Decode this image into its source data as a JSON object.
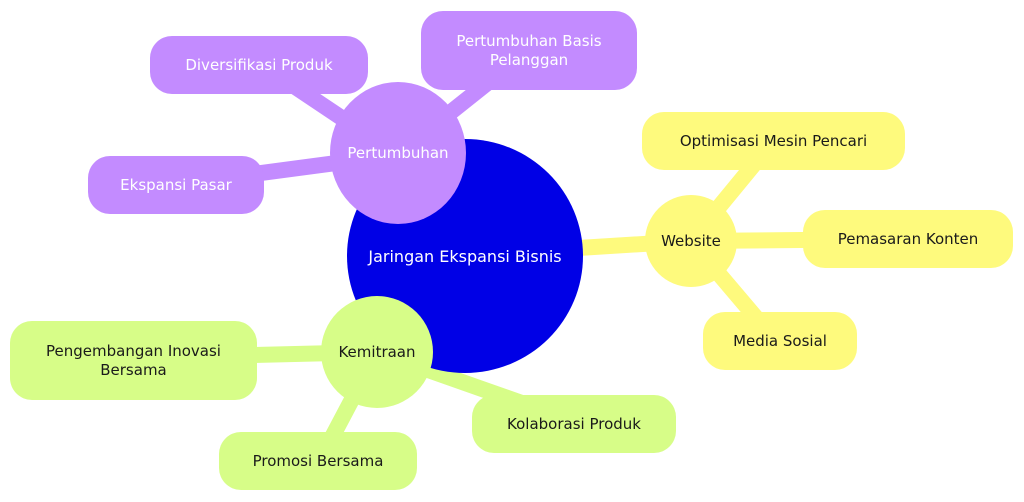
{
  "diagram": {
    "root": {
      "label": "Jaringan Ekspansi Bisnis",
      "color": "#0000e6"
    },
    "branches": [
      {
        "label": "Pertumbuhan",
        "color": "#c38bff",
        "children": [
          "Diversifikasi Produk",
          "Pertumbuhan Basis Pelanggan",
          "Ekspansi Pasar"
        ]
      },
      {
        "label": "Website",
        "color": "#fefa7d",
        "children": [
          "Optimisasi Mesin Pencari",
          "Pemasaran Konten",
          "Media Sosial"
        ]
      },
      {
        "label": "Kemitraan",
        "color": "#d7fd88",
        "children": [
          "Pengembangan Inovasi Bersama",
          "Kolaborasi Produk",
          "Promosi Bersama"
        ]
      }
    ]
  }
}
